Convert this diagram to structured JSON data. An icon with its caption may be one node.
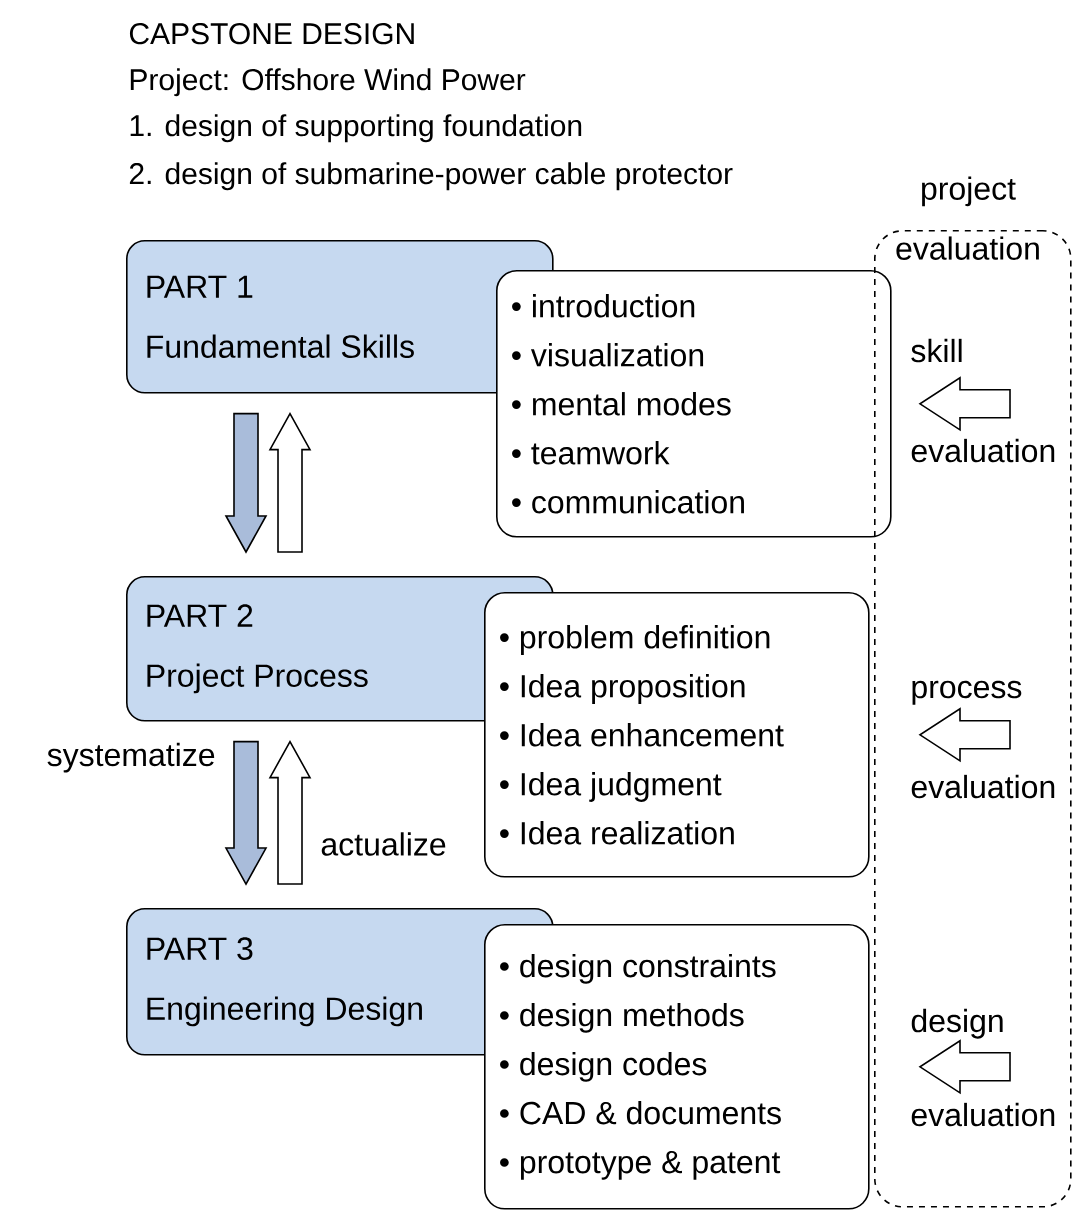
{
  "diagram": {
    "title": "CAPSTONE DESIGN",
    "nodes": [
      {
        "text": [
          "PART 1",
          "Fundamental Skills"
        ]
      },
      {
        "text": [
          "• introduction",
          "• visualization",
          "• mental modes",
          "• teamwork",
          "• communication"
        ]
      },
      {
        "text": [
          "PART 2",
          "Project Process"
        ]
      },
      {
        "text": [
          "• problem definition",
          "• Idea proposition",
          "• Idea enhancement",
          "• Idea judgment",
          "• Idea realization"
        ]
      },
      {
        "text": [
          "PART 3",
          "Engineering Design"
        ]
      },
      {
        "text": [
          "• design constraints",
          "• design methods",
          "• design codes",
          "• CAD & documents",
          "• prototype & patent"
        ]
      },
      {
        "text": [
          "project evaluation"
        ]
      }
    ],
    "edges": [
      {
        "from": 0,
        "to": 2,
        "arrow": "to",
        "color": "#a9bcda"
      },
      {
        "from": 2,
        "to": 0,
        "arrow": "to"
      },
      {
        "from": 2,
        "to": 4,
        "arrow": "to",
        "color": "#a9bcda",
        "label": "systematize"
      },
      {
        "from": 4,
        "to": 2,
        "arrow": "to",
        "label": "actualize"
      },
      {
        "from": 6,
        "to": 1,
        "arrow": "to"
      },
      {
        "from": 6,
        "to": 3,
        "arrow": "to"
      },
      {
        "from": 6,
        "to": 5,
        "arrow": "to"
      }
    ],
    "labels": [
      "Project: Offshore Wind Power",
      "1. design of supporting foundation",
      "2. design of submarine-power cable protector",
      "skill",
      "evaluation",
      "process",
      "evaluation",
      "design",
      "evaluation"
    ]
  }
}
